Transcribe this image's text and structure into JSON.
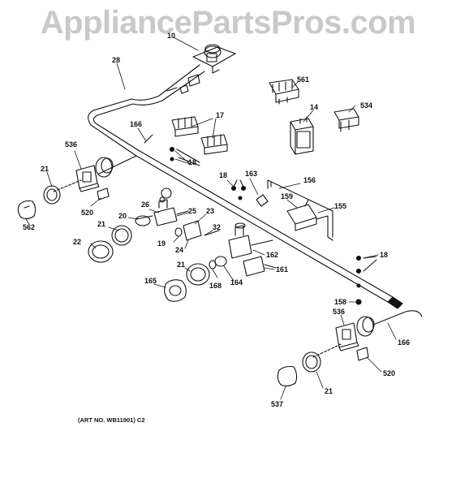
{
  "watermark": "AppliancePartsPros.com",
  "art_no": "(ART NO. WB11901) C2",
  "labels": {
    "l10": "10",
    "l28": "28",
    "l561": "561",
    "l14": "14",
    "l534": "534",
    "l17": "17",
    "l166a": "166",
    "l18a": "18",
    "l536a": "536",
    "l21a": "21",
    "l520a": "520",
    "l562": "562",
    "l26": "26",
    "l25": "25",
    "l20": "20",
    "l23": "23",
    "l21b": "21",
    "l19": "19",
    "l24": "24",
    "l32": "32",
    "l22": "22",
    "l18b": "18",
    "l163": "163",
    "l156": "156",
    "l159": "159",
    "l155": "155",
    "l162": "162",
    "l161": "161",
    "l21c": "21",
    "l168": "168",
    "l164": "164",
    "l165": "165",
    "l18c": "18",
    "l158": "158",
    "l536b": "536",
    "l166b": "166",
    "l520b": "520",
    "l21d": "21",
    "l537": "537"
  }
}
